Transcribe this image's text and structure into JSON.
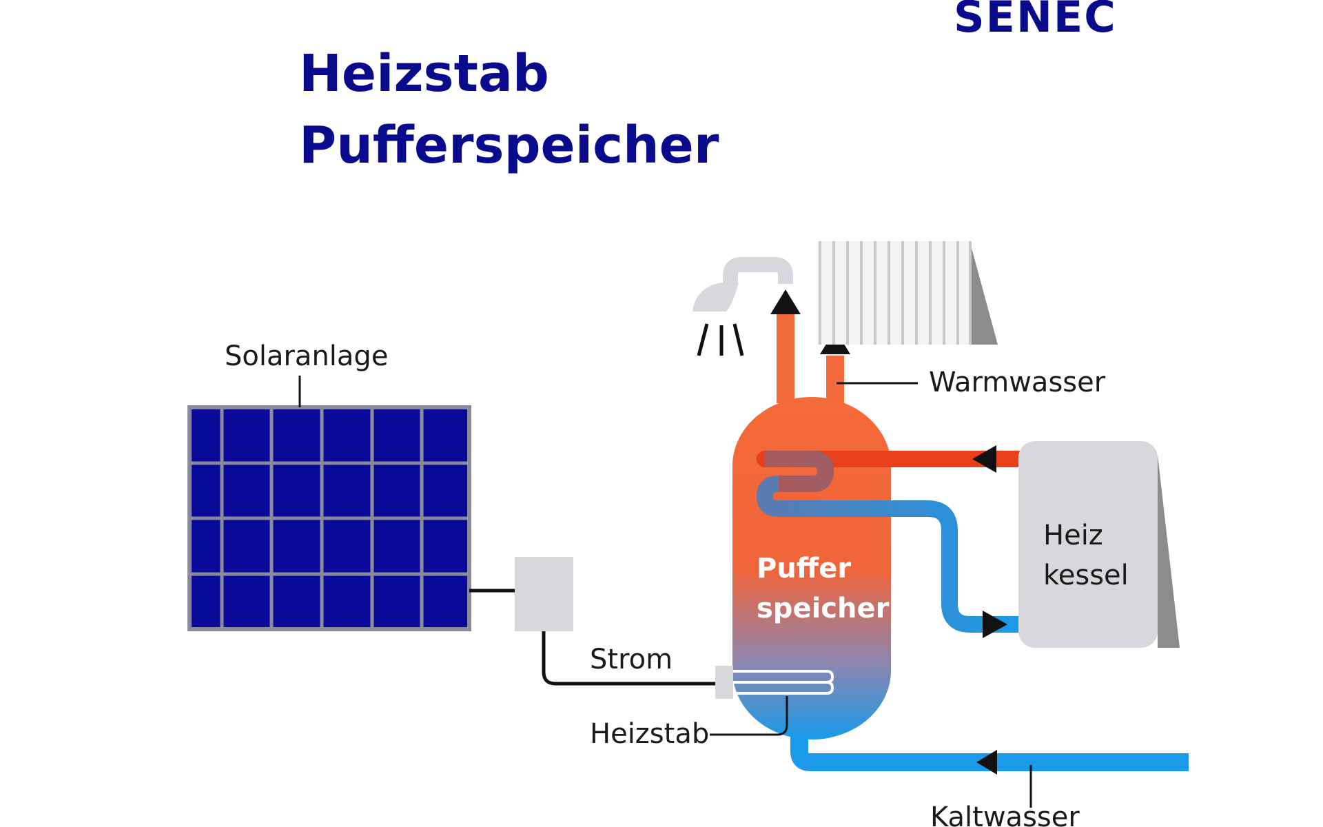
{
  "brand": {
    "logo_text": "SENEC"
  },
  "title": {
    "line1": "Heizstab",
    "line2": "Pufferspeicher"
  },
  "labels": {
    "solar": "Solaranlage",
    "warm": "Warmwasser",
    "strom": "Strom",
    "heizstab": "Heizstab",
    "kalt": "Kaltwasser",
    "puffer_line1": "Puffer",
    "puffer_line2": "speicher",
    "kessel_line1": "Heiz",
    "kessel_line2": "kessel"
  },
  "colors": {
    "brand_blue": "#0a0a8c",
    "panel_blue": "#0a0a9a",
    "panel_grid": "#8a8a9a",
    "hot": "#f26a3a",
    "hot_dark": "#e8401a",
    "cold": "#1a9ae8",
    "grey_light": "#d8d8dc",
    "grey_dark": "#8c8c8c",
    "arrow": "#111111"
  }
}
